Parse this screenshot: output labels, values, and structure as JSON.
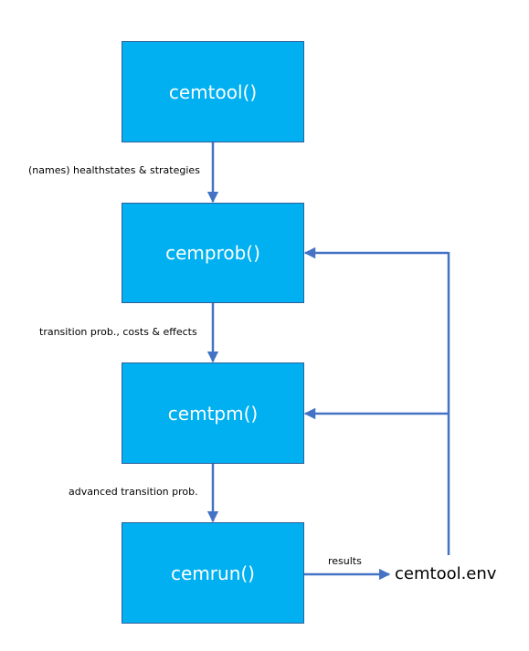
{
  "colors": {
    "box_fill": "#00b0f0",
    "box_border": "#2f5f9a",
    "box_text": "#ffffff",
    "arrow": "#4472c4"
  },
  "nodes": {
    "cemtool": "cemtool()",
    "cemprob": "cemprob()",
    "cemtpm": "cemtpm()",
    "cemrun": "cemrun()",
    "env": "cemtool.env"
  },
  "edges": {
    "cemtool_to_cemprob": "(names) healthstates & strategies",
    "cemprob_to_cemtpm": "transition prob., costs & effects",
    "cemtpm_to_cemrun": "advanced transition prob.",
    "cemrun_to_env": "results"
  }
}
